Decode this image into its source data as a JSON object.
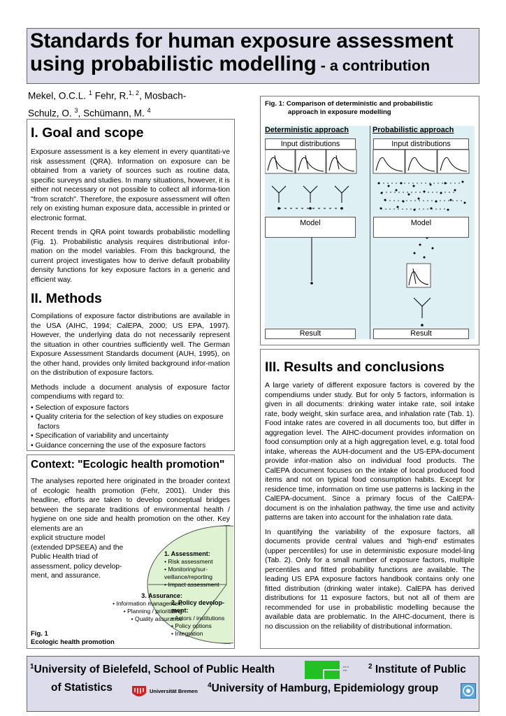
{
  "title": {
    "line1": "Standards for human exposure assessment",
    "line2": "using probabilistic modelling",
    "line2_suffix": " - a contribution"
  },
  "authors": {
    "a1": "Mekel, O.C.L.",
    "a1_sup": "1",
    "a2": "Fehr, R.",
    "a2_sup": "1, 2",
    "a3": "Mosbach-",
    "a3b": "Schulz, O.",
    "a3_sup": "3",
    "a4": "Schümann, M.",
    "a4_sup": "4"
  },
  "goal": {
    "heading": "I. Goal and scope",
    "p1": "Exposure assessment is a key element in every quantitati-ve risk assessment (QRA). Information on exposure can be obtained from a variety of sources such as routine data, specific surveys and studies. In many situations, however, it is either not necessary or not possible to collect all informa-tion \"from scratch\". Therefore, the exposure assessment will often rely on existing human exposure data, accessible in printed or electronic format.",
    "p2": "Recent trends in QRA point towards probabilistic modelling (Fig. 1). Probabilistic analysis requires distributional infor-mation on the model variables. From this background, the current project investigates how to derive default probability density functions for key exposure factors in a generic and efficient way."
  },
  "methods": {
    "heading": "II. Methods",
    "p1": "Compilations of exposure factor distributions are available in the USA (AIHC, 1994; CalEPA, 2000; US EPA, 1997). However, the underlying data do not necessarily represent the situation in other countries sufficiently well. The German Exposure Assessment Standards document (AUH, 1995), on the other hand, provides only limited background infor-mation on the distribution of exposure factors.",
    "p2": "Methods include a document analysis of exposure factor compendiums with regard to:",
    "items": [
      "• Selection of exposure factors",
      "• Quality criteria for the selection of key studies on exposure factors",
      "• Specification of variability and uncertainty",
      "• Guidance concerning the use of the exposure factors"
    ]
  },
  "context": {
    "heading": "Context: \"Ecologic health promotion\"",
    "p1": "The analyses reported here originated in the broader context of ecologic health promotion (Fehr, 2001). Under this headline, efforts are taken to develop conceptual bridges between the separate traditions of environmental health / hygiene on one side and health promotion on the other. Key elements are an",
    "p2": "explicit structure model (extended DPSEEA) and the Public Health triad of assessment, policy develop-ment, and assurance.",
    "pie": {
      "assessment_title": "1. Assessment:",
      "assessment_items": [
        "• Risk assessment",
        "• Monitoring/sur-",
        "   veillance/reporting",
        "• Impact assessment"
      ],
      "assurance_title": "3. Assurance:",
      "assurance_items": [
        "• Information management",
        "• Planning / prioritizing",
        "• Quality assurance"
      ],
      "policy_title": "2. Policy develop-",
      "policy_title2": "   ment:",
      "policy_items": [
        "•  Actors / institutions",
        "•  Policy options",
        "•  Integration"
      ],
      "colors": {
        "fill": "#dff3d2",
        "stroke": "#555555"
      }
    },
    "fig_caption1": "Fig. 1",
    "fig_caption2": "Ecologic health promotion"
  },
  "figure": {
    "title1": "Fig. 1:  Comparison of deterministic and probabilistic",
    "title2": "approach in exposure modelling",
    "det_heading": "Deterministic approach",
    "prob_heading": "Probabilistic approach",
    "input_label": "Input distributions",
    "model_label": "Model",
    "result_label": "Result",
    "colors": {
      "background": "#dff0f4",
      "arrow": "#000000"
    }
  },
  "results": {
    "heading": "III. Results and conclusions",
    "p1": "A large variety of different exposure factors is covered by the compendiums under study. But for only 5 factors, information is given in all documents: drinking water intake rate, soil intake rate, body weight, skin surface area, and inhalation rate (Tab. 1). Food intake rates are covered in all documents too, but differ in aggregation level. The AIHC-document provides information on food consumption only at a high aggregation level, e.g. total food intake, whereas the AUH-document and the US-EPA-document provide infor-mation also on individual food products. The CalEPA document focuses on the intake of local produced food items and not on typical food consumption habits. Except for residence time, information on time use patterns is lacking in the CalEPA-document. Since a primary focus of the CalEPA-document is on the inhalation pathway, the time use and activity patterns are taken into account for the inhalation rate data.",
    "p2": "In quantifying the variability of the exposure factors, all documents provide central values and 'high-end' estimates (upper percentiles) for use in deterministic exposure model-ling (Tab. 2). Only for a small number of exposure factors, multiple percentiles and fitted probability functions are available. The leading US EPA exposure factors handbook contains only one fitted distribution (drinking water intake). CalEPA has derived distributions for 11 exposure factors, but not all of them are recommended for use in probabilistic modelling because the available data are problematic. In the AIHC-document, there is no discussion on the reliability of distributional information."
  },
  "footer": {
    "l1_sup": "1",
    "l1_text": "University of Bielefeld, School of Public Health",
    "l1_sup2": "2",
    "l1_text2": "Institute of Public",
    "l2_text": "of Statistics",
    "uni_bremen": "Universität Bremen",
    "l2_sup": "4",
    "l2_text2": "University of Hamburg, Epidemiology group",
    "colors": {
      "green_logo": "#22c022",
      "bremen_red": "#d21f1f",
      "hamburg_blue": "#5aa7e0"
    }
  }
}
